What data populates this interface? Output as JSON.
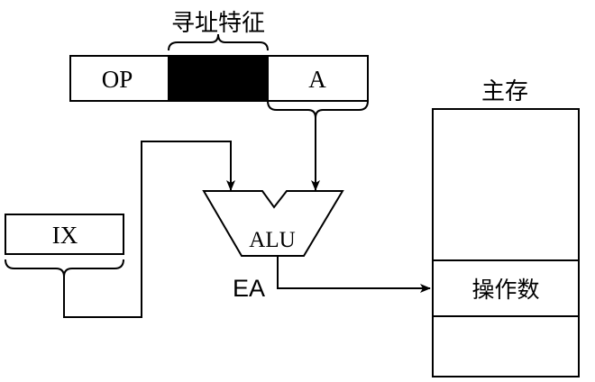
{
  "instruction": {
    "addressing_label": "寻址特征",
    "op_label": "OP",
    "a_label": "A"
  },
  "index_register": {
    "label": "IX"
  },
  "alu": {
    "label": "ALU"
  },
  "effective_address": {
    "label": "EA"
  },
  "main_memory": {
    "title": "主存",
    "operand_label": "操作数"
  },
  "colors": {
    "stroke": "#000000",
    "addressing_fill": "#000000",
    "background": "#ffffff"
  }
}
